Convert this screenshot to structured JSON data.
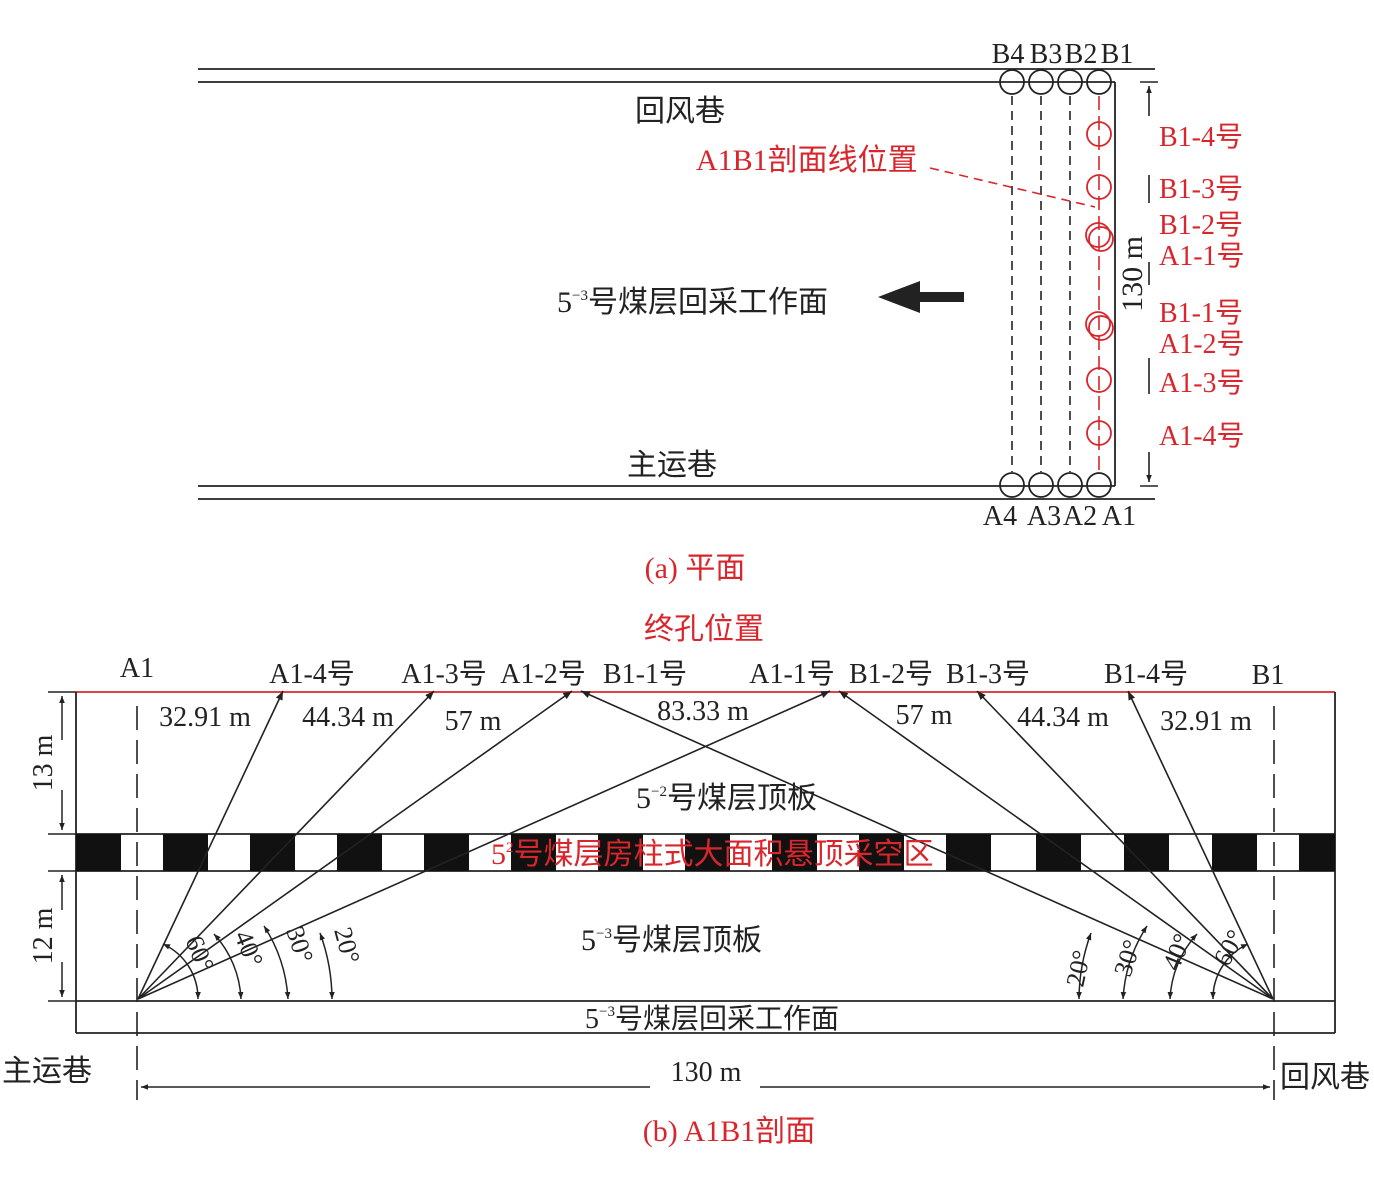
{
  "plan": {
    "caption": "(a) 平面",
    "return_airway": "回风巷",
    "main_haulage": "主运巷",
    "face_label": {
      "base": "5",
      "sup": "−3",
      "rest": "号煤层回采工作面"
    },
    "section_line": "A1B1剖面线位置",
    "length": "130 m",
    "top_holes": [
      "B4",
      "B3",
      "B2",
      "B1"
    ],
    "bottom_holes": [
      "A4",
      "A3",
      "A2",
      "A1"
    ],
    "borehole_labels": [
      "B1-4号",
      "B1-3号",
      "B1-2号",
      "A1-1号",
      "B1-1号",
      "A1-2号",
      "A1-3号",
      "A1-4号"
    ]
  },
  "section": {
    "caption": "(b) A1B1剖面",
    "terminal_title": "终孔位置",
    "left_end": "A1",
    "right_end": "B1",
    "terminal_labels": [
      "A1-4号",
      "A1-3号",
      "A1-2号",
      "B1-1号",
      "A1-1号",
      "B1-2号",
      "B1-3号",
      "B1-4号"
    ],
    "lengths": [
      "32.91 m",
      "44.34 m",
      "57 m",
      "83.33 m",
      "57 m",
      "44.34 m",
      "32.91 m"
    ],
    "thickness_upper": "13 m",
    "thickness_lower": "12 m",
    "roof_52": {
      "base": "5",
      "sup": "−2",
      "rest": "号煤层顶板"
    },
    "goaf_52": {
      "base": "5",
      "sup": "2",
      "rest": "号煤层房柱式大面积悬顶采空区"
    },
    "roof_53": {
      "base": "5",
      "sup": "−3",
      "rest": "号煤层顶板"
    },
    "face_53": {
      "base": "5",
      "sup": "−3",
      "rest": "号煤层回采工作面"
    },
    "angles_left": [
      "60°",
      "40°",
      "30°",
      "20°"
    ],
    "angles_right": [
      "20°",
      "30°",
      "40°",
      "60°"
    ],
    "main_haulage": "主运巷",
    "return_airway": "回风巷",
    "width": "130 m"
  },
  "colors": {
    "accent": "#d9262c",
    "ink": "#222222",
    "pillar": "#111111"
  }
}
